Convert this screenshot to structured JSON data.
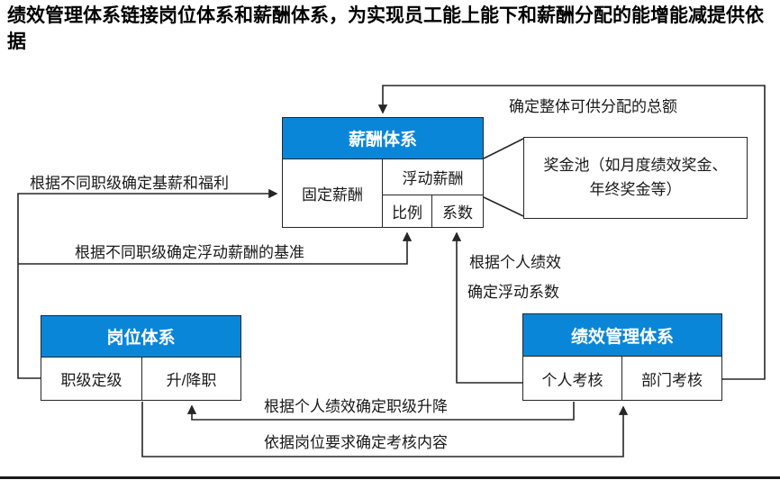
{
  "title": "绩效管理体系链接岗位体系和薪酬体系，为实现员工能上能下和薪酬分配的能增能减提供依据",
  "colors": {
    "header_blue": "#0A86D8",
    "line_color": "#262626",
    "footer_bar": "#1b1b1b"
  },
  "boxes": {
    "compensation": {
      "title": "薪酬体系",
      "fixed_cell": "固定薪酬",
      "floating_cell": "浮动薪酬",
      "ratio_cell": "比例",
      "coefficient_cell": "系数"
    },
    "bonus_pool": {
      "label": "奖金池（如月度绩效奖金、年终奖金等）"
    },
    "position": {
      "title": "岗位体系",
      "grading_cell": "职级定级",
      "promotion_cell": "升/降职"
    },
    "performance": {
      "title": "绩效管理体系",
      "individual_cell": "个人考核",
      "department_cell": "部门考核"
    }
  },
  "arrow_labels": {
    "total_pool": "确定整体可供分配的总额",
    "base_salary": "根据不同职级确定基薪和福利",
    "floating_base": "根据不同职级确定浮动薪酬的基准",
    "personal_perf_line1": "根据个人绩效",
    "personal_perf_line2": "确定浮动系数",
    "rank_change": "根据个人绩效确定职级升降",
    "assessment_content": "依据岗位要求确定考核内容"
  }
}
